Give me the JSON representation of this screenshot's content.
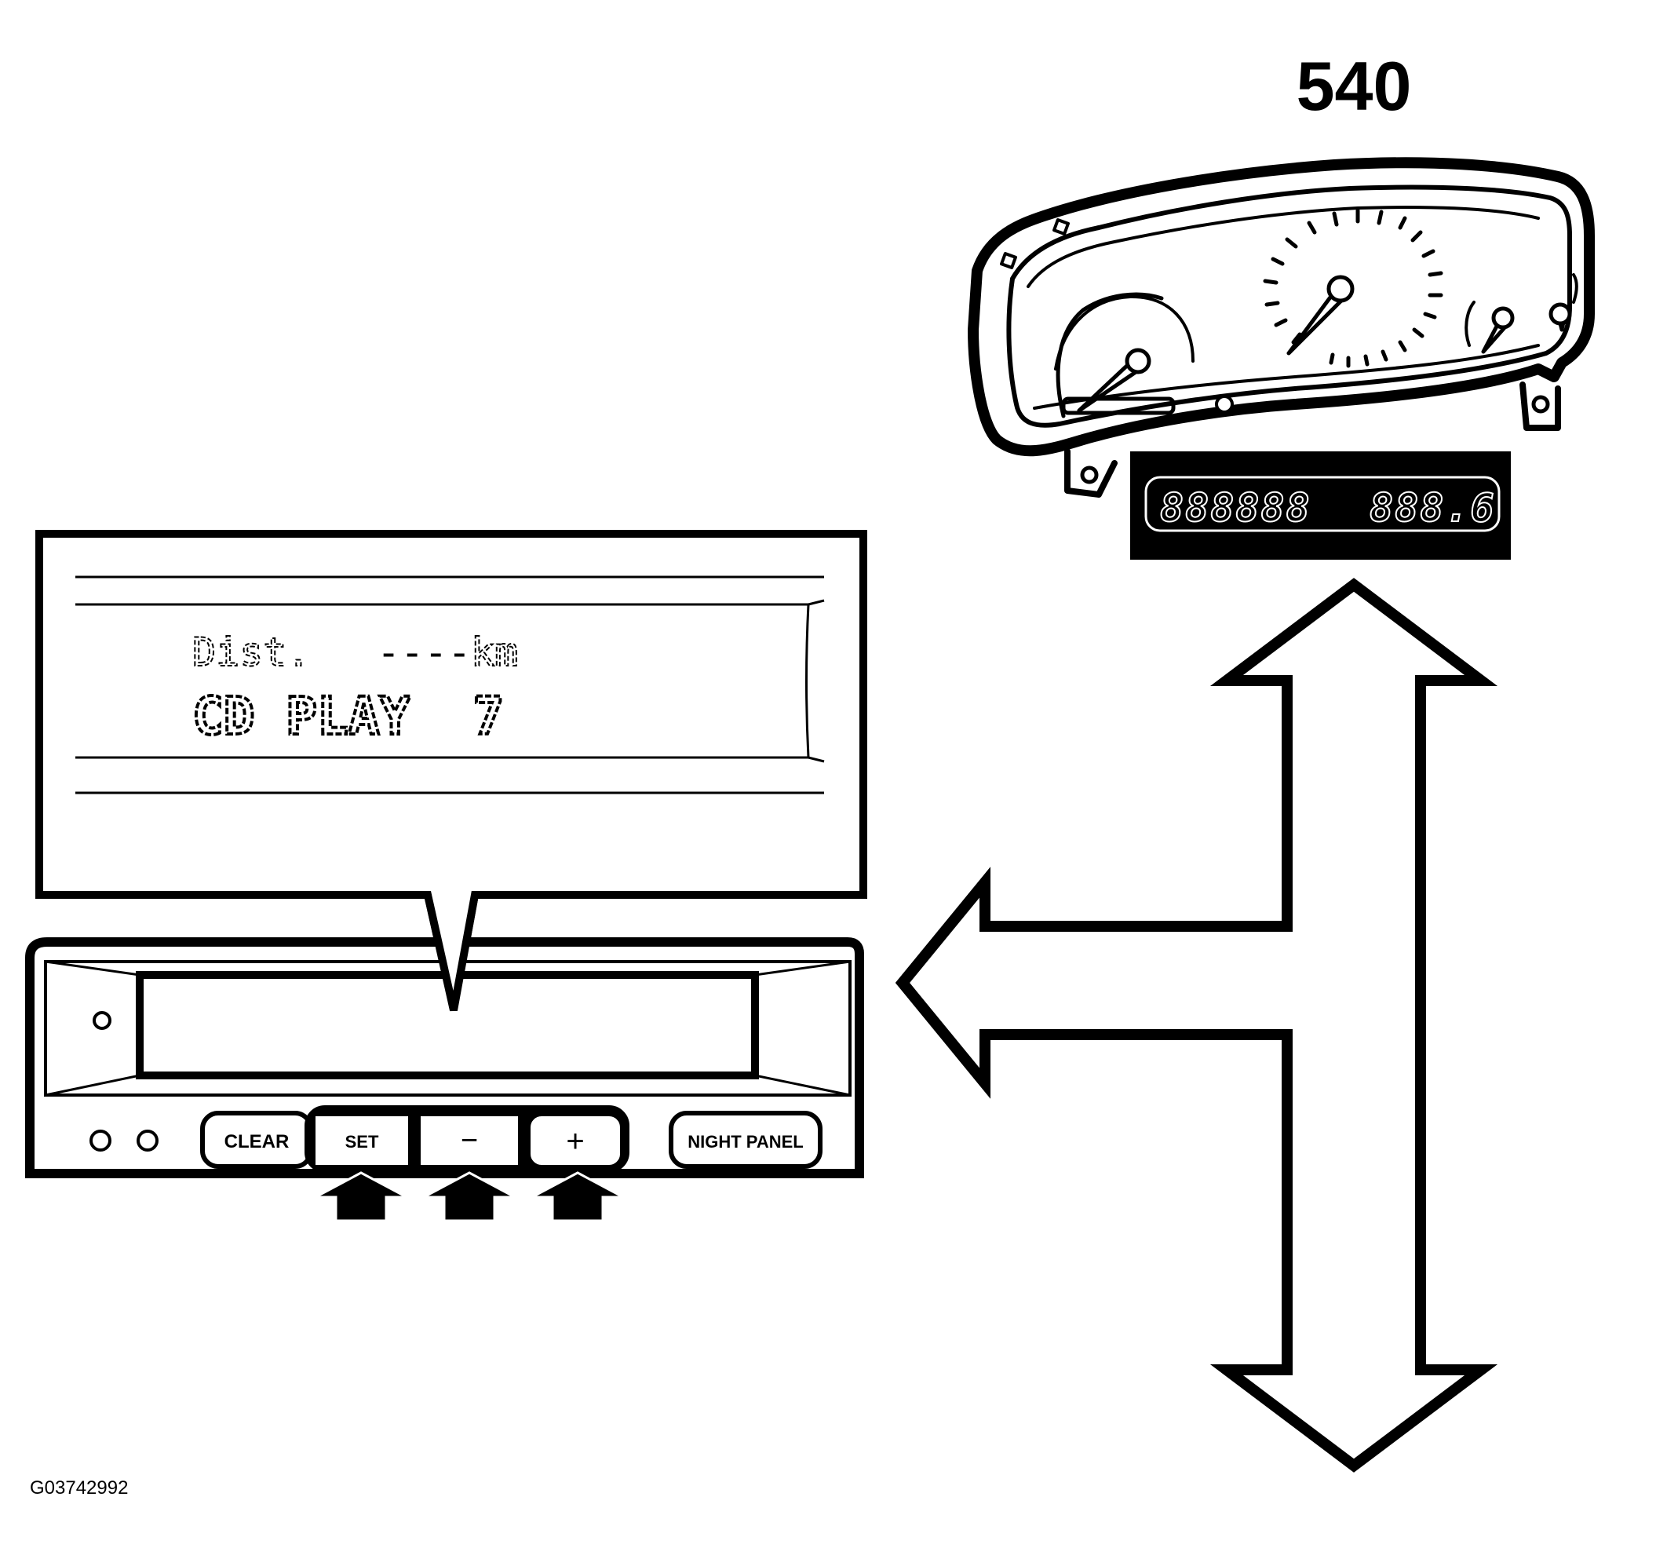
{
  "figure": {
    "cluster_label": "540",
    "figure_code": "G03742992"
  },
  "callout": {
    "line1_label": "Dist.",
    "line1_value": "----",
    "line1_unit": "km",
    "line2": "CD PLAY  7"
  },
  "cluster": {
    "odometer_left": "888888",
    "odometer_right": "888.6"
  },
  "info_panel": {
    "buttons": {
      "clear": "CLEAR",
      "set": "SET",
      "minus": "−",
      "plus": "+",
      "night_panel": "NIGHT PANEL"
    },
    "pressed_buttons": [
      "SET",
      "−",
      "+"
    ]
  }
}
